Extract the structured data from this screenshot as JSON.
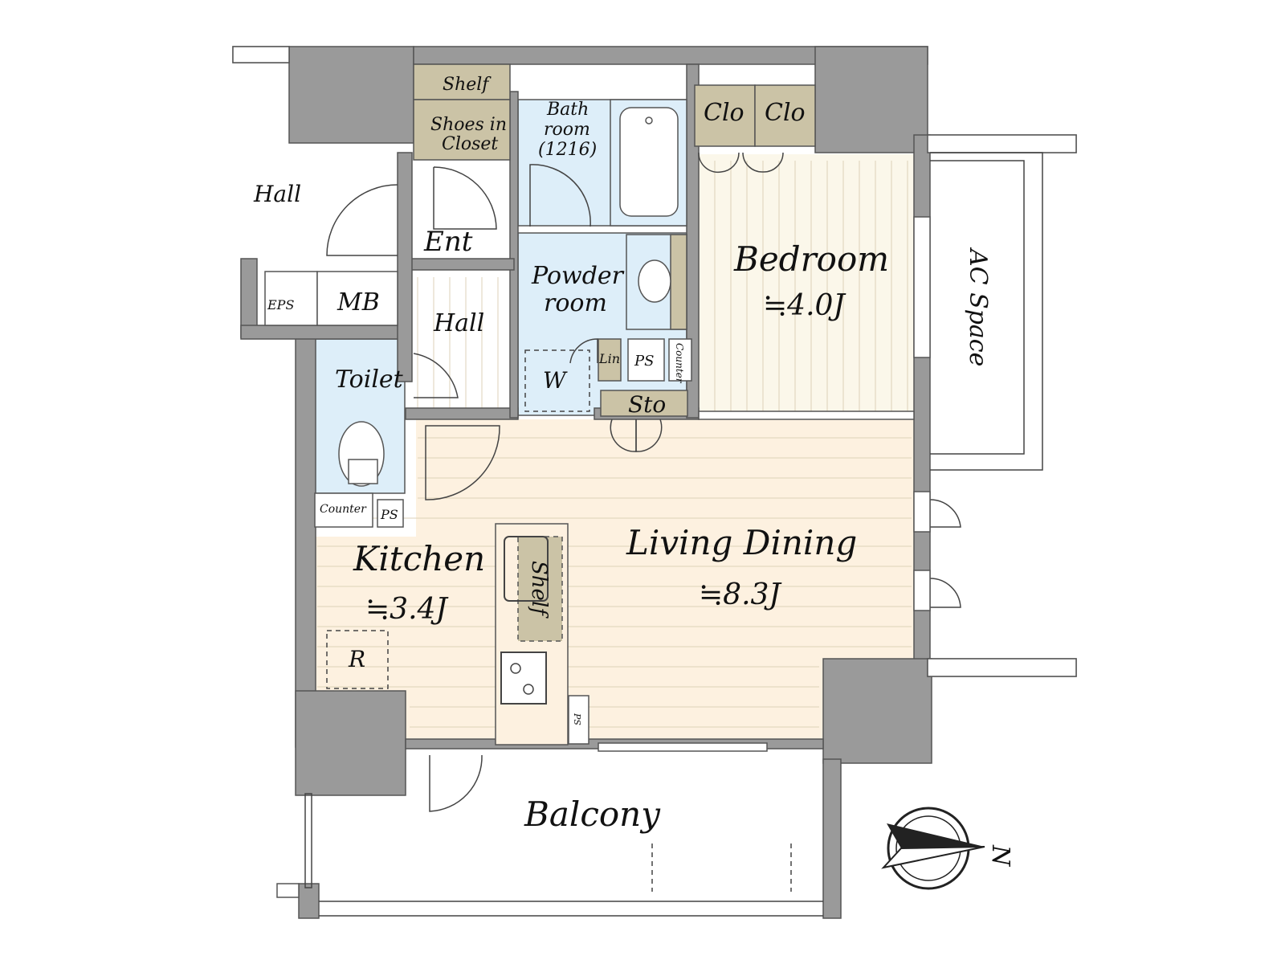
{
  "rooms": {
    "hall_outside": "Hall",
    "eps": "EPS",
    "mb": "MB",
    "shelf_top": "Shelf",
    "shoes_closet": [
      "Shoes in",
      "Closet"
    ],
    "entrance": "Ent",
    "hall_inside": "Hall",
    "toilet": "Toilet",
    "toilet_counter": "Counter",
    "toilet_ps": "PS",
    "bathroom": [
      "Bath",
      "room",
      "(1216)"
    ],
    "powder_room": [
      "Powder",
      "room"
    ],
    "washer": "W",
    "linen": "Lin",
    "ps_center": "PS",
    "counter_center": "Counter",
    "storage": "Sto",
    "closet_1": "Clo",
    "closet_2": "Clo",
    "bedroom": "Bedroom",
    "bedroom_size": "≒4.0J",
    "ac_space": "AC Space",
    "kitchen": "Kitchen",
    "kitchen_size": "≒3.4J",
    "fridge": "R",
    "kitchen_shelf": "Shelf",
    "kitchen_ps": "PS",
    "living_dining": "Living Dining",
    "living_dining_size": "≒8.3J",
    "balcony": "Balcony"
  },
  "compass": {
    "direction": "N",
    "icon": "compass-icon"
  },
  "colors": {
    "wall": "#9a9a9a",
    "wet_area": "#ddeef9",
    "storage": "#cbc3a6",
    "bedroom_floor": "#fbf7ea",
    "living_floor": "#fdf1e0"
  }
}
